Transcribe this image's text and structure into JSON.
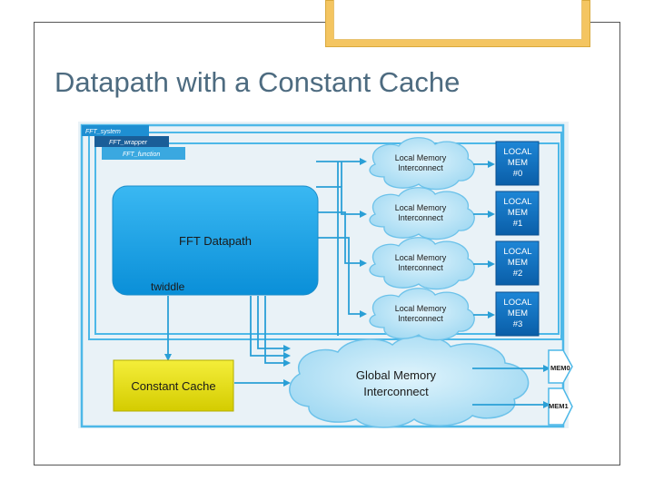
{
  "slide": {
    "title": "Datapath with a Constant Cache"
  },
  "diagram": {
    "system_tabs": [
      "FFT_system",
      "FFT_wrapper",
      "FFT_function"
    ],
    "datapath_label": "FFT Datapath",
    "twiddle_label": "twiddle",
    "constant_cache_label": "Constant Cache",
    "interconnects": [
      {
        "line1": "Local Memory",
        "line2": "Interconnect"
      },
      {
        "line1": "Local Memory",
        "line2": "Interconnect"
      },
      {
        "line1": "Local Memory",
        "line2": "Interconnect"
      },
      {
        "line1": "Local Memory",
        "line2": "Interconnect"
      }
    ],
    "local_mems": [
      {
        "line1": "LOCAL",
        "line2": "MEM",
        "line3": "#0"
      },
      {
        "line1": "LOCAL",
        "line2": "MEM",
        "line3": "#1"
      },
      {
        "line1": "LOCAL",
        "line2": "MEM",
        "line3": "#2"
      },
      {
        "line1": "LOCAL",
        "line2": "MEM",
        "line3": "#3"
      }
    ],
    "global_interconnect": {
      "line1": "Global Memory",
      "line2": "Interconnect"
    },
    "mem_ports": [
      "MEM0",
      "MEM1"
    ],
    "colors": {
      "system_border": "#4db8e8",
      "datapath_fill": "#1aa3e8",
      "cloud_fill": "#b7e3f7",
      "local_mem_fill": "#0f6fc0",
      "cache_fill": "#e8e000"
    }
  }
}
